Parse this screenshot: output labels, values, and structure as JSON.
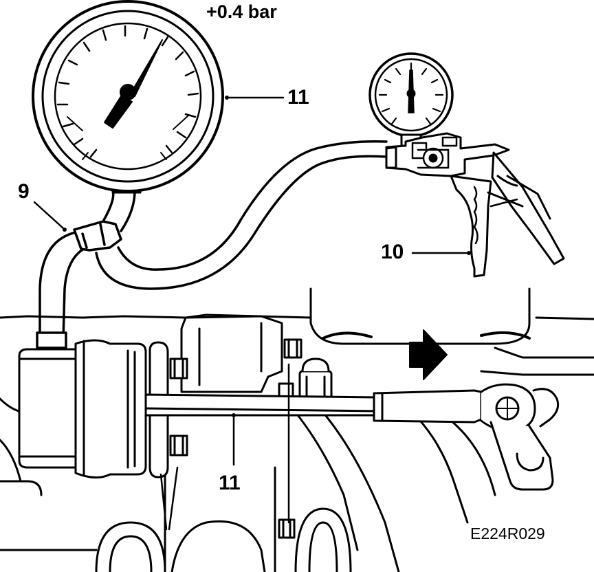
{
  "labels": {
    "pressure": "+0.4 bar",
    "gauge_ref": "11",
    "hose_ref": "9",
    "pump_ref": "10",
    "rod_ref": "11",
    "figure_code": "E224R029"
  },
  "colors": {
    "ink": "#000000",
    "paper": "#ffffff"
  }
}
